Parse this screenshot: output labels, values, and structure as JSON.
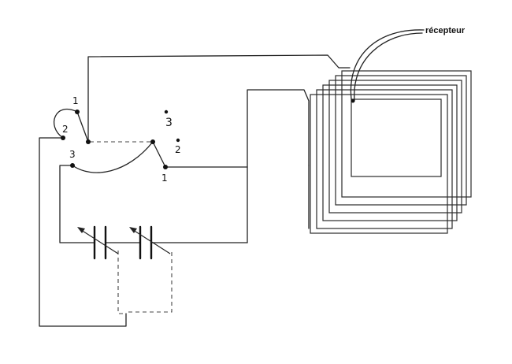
{
  "diagram": {
    "receiver_label": "récepteur",
    "switch_left": {
      "pos1": "1",
      "pos2": "2",
      "pos3": "3"
    },
    "switch_right": {
      "pos1": "1",
      "pos2": "2",
      "pos3": "3"
    },
    "colors": {
      "ink": "#111111",
      "paper": "#ffffff"
    }
  }
}
